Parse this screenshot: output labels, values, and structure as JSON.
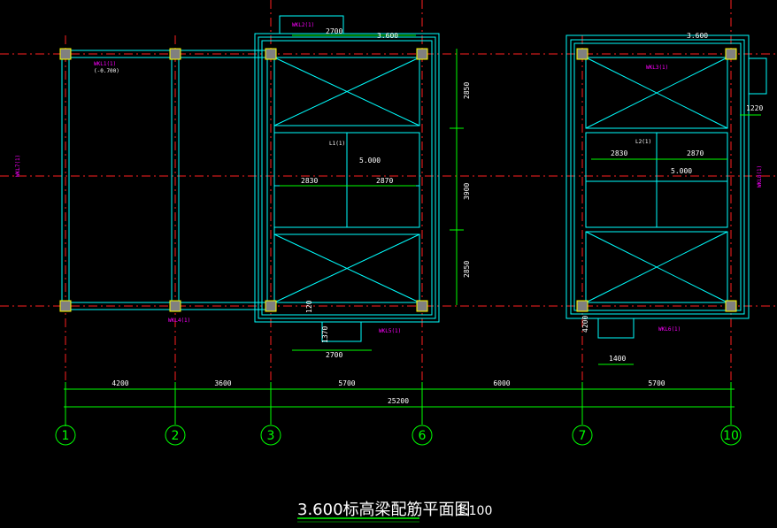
{
  "drawing": {
    "title": "3.600标高梁配筋平面图",
    "scale": "1:100"
  },
  "axes": {
    "labels": [
      "1",
      "2",
      "3",
      "6",
      "7",
      "10"
    ],
    "spans": [
      "4200",
      "3600",
      "5700",
      "6000",
      "5700"
    ],
    "total": "25200"
  },
  "dims": {
    "top_left": "2700",
    "bottom_left": "2700",
    "elev_a": "3.600",
    "elev_b": "3.600",
    "v1": "2850",
    "v2": "3900",
    "v3": "2850",
    "h1": "2830",
    "h2": "2870",
    "h3": "2830",
    "h4": "2870",
    "mid_elev_a": "5.000",
    "mid_elev_b": "5.000",
    "stub": "1220",
    "bottom_right": "1400",
    "lift_a": "1370",
    "lift_b": "4200",
    "rh": "120"
  },
  "beam_tags": {
    "kl1": "WKL1(1)",
    "kl1_note": "(-0.700)",
    "kl2": "WKL2(1)",
    "kl3": "WKL3(1)",
    "l1": "L1(1)",
    "l2": "L2(1)",
    "kl4": "WKL4(1)",
    "kl5": "WKL5(1)",
    "kl6": "WKL6(1)",
    "kl7": "WKL7(1)",
    "kl8": "WKL8(1)"
  },
  "colors": {
    "beam": "#00ffff",
    "axis": "#ff2020",
    "dim": "#00ff00",
    "tag": "#ff00ff",
    "text": "#ffffff",
    "column": "#808080",
    "yellow": "#ffff00"
  }
}
